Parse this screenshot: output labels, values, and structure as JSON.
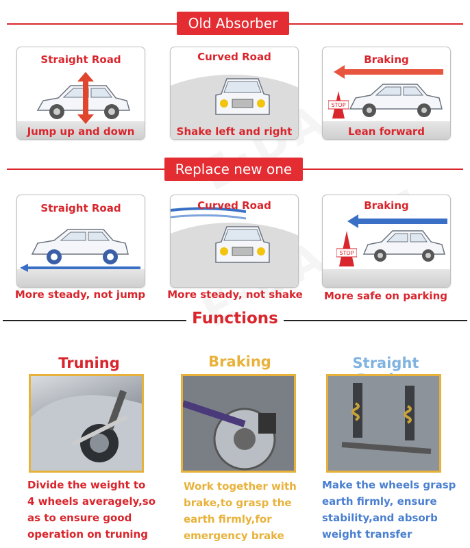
{
  "sections": {
    "old": "Old Absorber",
    "new": "Replace new one",
    "functions": "Functions"
  },
  "old_panels": [
    {
      "title": "Straight Road",
      "caption": "Jump up and down"
    },
    {
      "title": "Curved Road",
      "caption": "Shake left and right"
    },
    {
      "title": "Braking",
      "caption": "Lean forward"
    }
  ],
  "new_panels": [
    {
      "title": "Straight Road",
      "caption": "More steady, not jump"
    },
    {
      "title": "Curved Road",
      "caption": "More steady, not shake"
    },
    {
      "title": "Braking",
      "caption": "More safe on parking"
    }
  ],
  "sign_text": "STOP",
  "functions": [
    {
      "title": "Truning",
      "color": "#d9252c",
      "lines": [
        "Divide the weight to",
        "4 wheels averagely,so",
        "as to ensure good",
        "operation on truning"
      ]
    },
    {
      "title": "Braking",
      "color": "#e8b23a",
      "lines": [
        "Work together with",
        "brake,to grasp the",
        "earth firmly,for",
        "emergency brake"
      ]
    },
    {
      "title": "Straight Runing",
      "color": "#7fb3e0",
      "lines": [
        "Make the wheels grasp",
        "earth firmly, ensure",
        "stability,and absorb",
        "weight transfer"
      ]
    }
  ],
  "colors": {
    "accent": "#d9252c",
    "gold": "#e8b23a",
    "blue": "#7fb3e0",
    "text_blue": "#4a7fd0"
  }
}
